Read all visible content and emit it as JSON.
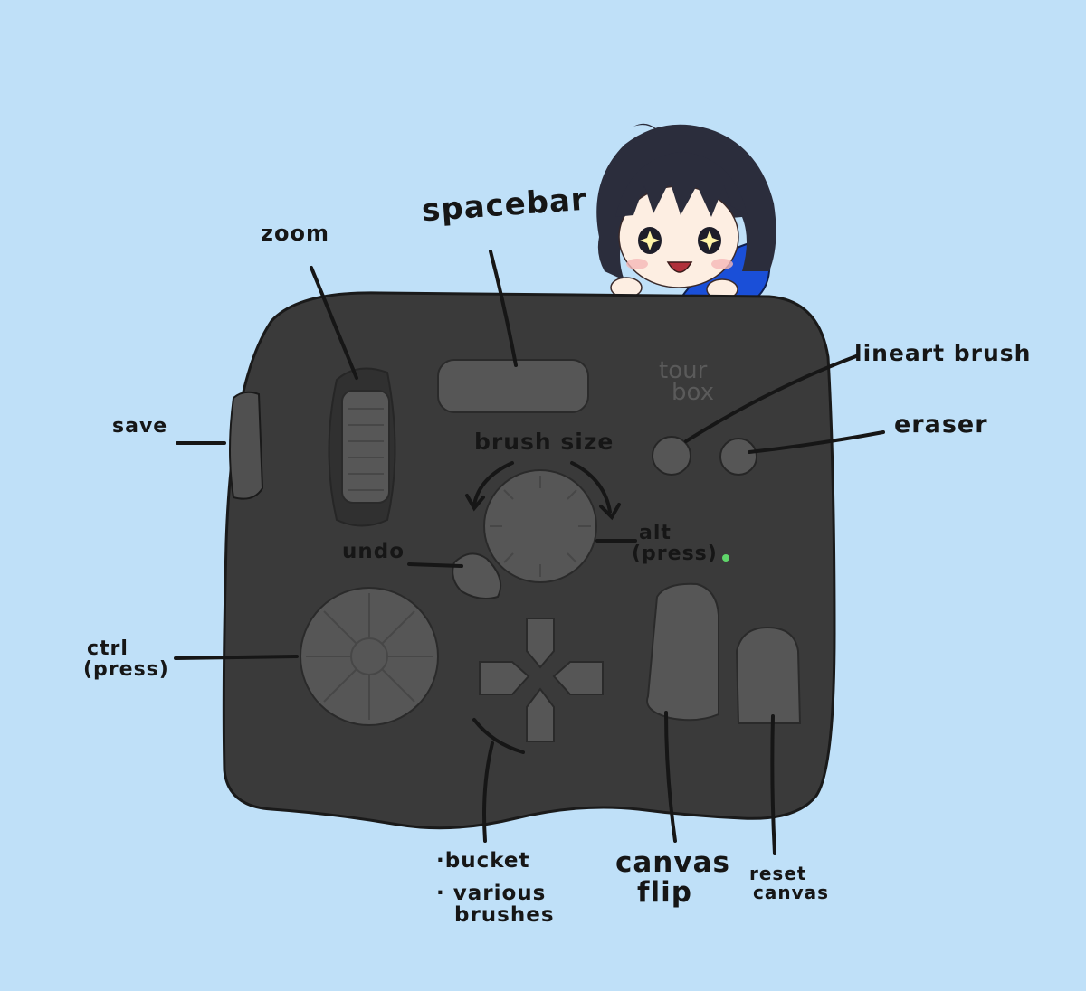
{
  "device": {
    "logo": [
      "tour",
      "box"
    ]
  },
  "labels": {
    "spacebar": "spacebar",
    "zoom": "zoom",
    "save": "save",
    "brush_size": "brush size",
    "lineart_brush": "lineart brush",
    "eraser": "eraser",
    "undo": "undo",
    "alt": "alt",
    "alt_note": "(press)",
    "ctrl": "ctrl",
    "ctrl_note": "(press)",
    "bucket": "·bucket",
    "various_brushes_1": "· various",
    "various_brushes_2": "brushes",
    "canvas_flip_1": "canvas",
    "canvas_flip_2": "flip",
    "reset_canvas_1": "reset",
    "reset_canvas_2": "canvas"
  },
  "colors": {
    "background": "#bfe0f8",
    "device_body": "#3a3a3a",
    "device_controls": "#565656",
    "outline": "#1a1a1a",
    "led": "#5fd66a",
    "hoodie": "#1a4fd8",
    "hair": "#2b2d3c"
  }
}
